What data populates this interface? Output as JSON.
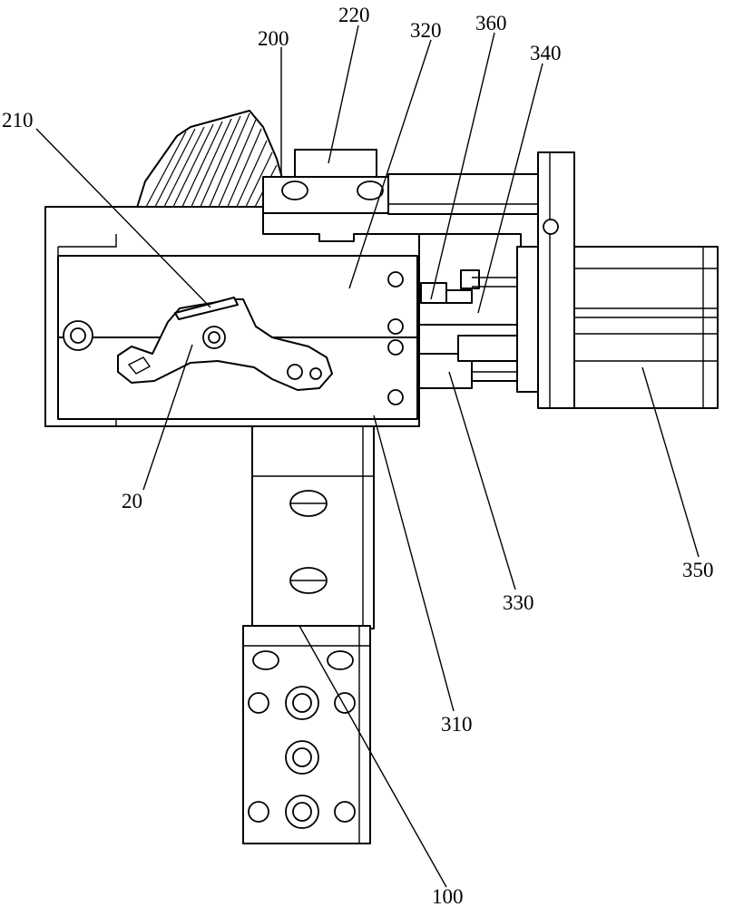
{
  "figure": {
    "type": "mechanical-assembly-drawing",
    "background": "#ffffff",
    "line_color": "#000000",
    "labels": [
      {
        "id": "200",
        "text": "200"
      },
      {
        "id": "220",
        "text": "220"
      },
      {
        "id": "320",
        "text": "320"
      },
      {
        "id": "360",
        "text": "360"
      },
      {
        "id": "340",
        "text": "340"
      },
      {
        "id": "210",
        "text": "210"
      },
      {
        "id": "20",
        "text": "20"
      },
      {
        "id": "350",
        "text": "350"
      },
      {
        "id": "330",
        "text": "330"
      },
      {
        "id": "310",
        "text": "310"
      },
      {
        "id": "100",
        "text": "100"
      }
    ]
  }
}
